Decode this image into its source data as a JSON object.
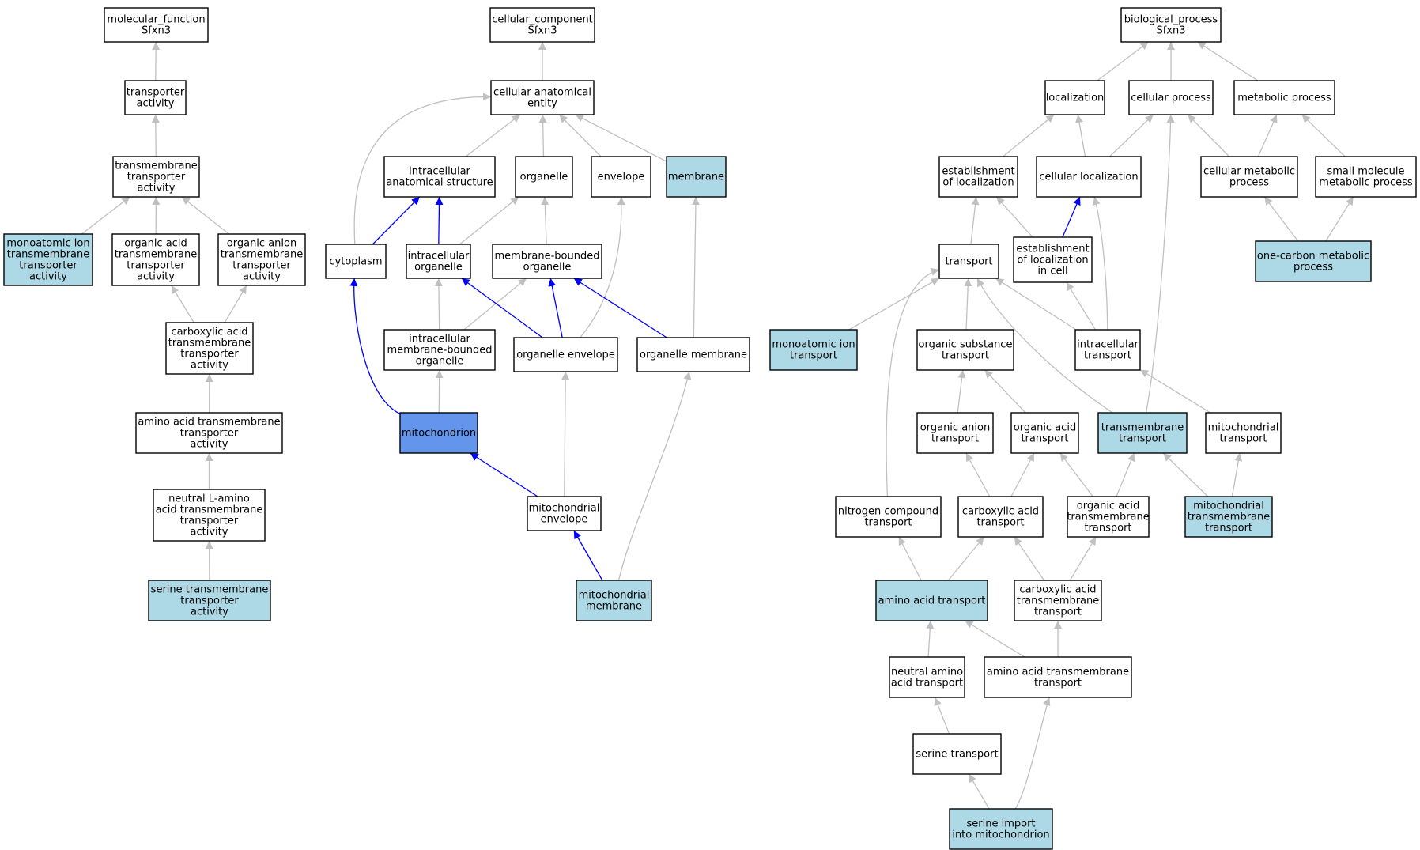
{
  "colors": {
    "plain": "#ffffff",
    "annotated": "#add8e6",
    "focus": "#6495ed",
    "edge_default": "#c0c0c0",
    "edge_path": "#0000ff"
  },
  "nodes": [
    {
      "id": "mf",
      "lines": [
        "molecular_function",
        "Sfxn3"
      ],
      "style": "plain"
    },
    {
      "id": "ta",
      "lines": [
        "transporter",
        "activity"
      ],
      "style": "plain"
    },
    {
      "id": "tmta",
      "lines": [
        "transmembrane",
        "transporter",
        "activity"
      ],
      "style": "plain"
    },
    {
      "id": "mitmta",
      "lines": [
        "monoatomic ion",
        "transmembrane",
        "transporter",
        "activity"
      ],
      "style": "annotated"
    },
    {
      "id": "oatmta",
      "lines": [
        "organic acid",
        "transmembrane",
        "transporter",
        "activity"
      ],
      "style": "plain"
    },
    {
      "id": "oantmta",
      "lines": [
        "organic anion",
        "transmembrane",
        "transporter",
        "activity"
      ],
      "style": "plain"
    },
    {
      "id": "catmta",
      "lines": [
        "carboxylic acid",
        "transmembrane",
        "transporter",
        "activity"
      ],
      "style": "plain"
    },
    {
      "id": "aatmta",
      "lines": [
        "amino acid transmembrane",
        "transporter",
        "activity"
      ],
      "style": "plain"
    },
    {
      "id": "nlaa",
      "lines": [
        "neutral L-amino",
        "acid transmembrane",
        "transporter",
        "activity"
      ],
      "style": "plain"
    },
    {
      "id": "sertmta",
      "lines": [
        "serine transmembrane",
        "transporter",
        "activity"
      ],
      "style": "annotated"
    },
    {
      "id": "cc",
      "lines": [
        "cellular_component",
        "Sfxn3"
      ],
      "style": "plain"
    },
    {
      "id": "cae",
      "lines": [
        "cellular anatomical",
        "entity"
      ],
      "style": "plain"
    },
    {
      "id": "ias",
      "lines": [
        "intracellular",
        "anatomical structure"
      ],
      "style": "plain"
    },
    {
      "id": "org",
      "lines": [
        "organelle"
      ],
      "style": "plain"
    },
    {
      "id": "env",
      "lines": [
        "envelope"
      ],
      "style": "plain"
    },
    {
      "id": "mem",
      "lines": [
        "membrane"
      ],
      "style": "annotated"
    },
    {
      "id": "cyto",
      "lines": [
        "cytoplasm"
      ],
      "style": "plain"
    },
    {
      "id": "iorg",
      "lines": [
        "intracellular",
        "organelle"
      ],
      "style": "plain"
    },
    {
      "id": "mborg",
      "lines": [
        "membrane-bounded",
        "organelle"
      ],
      "style": "plain"
    },
    {
      "id": "imborg",
      "lines": [
        "intracellular",
        "membrane-bounded",
        "organelle"
      ],
      "style": "plain"
    },
    {
      "id": "orgenv",
      "lines": [
        "organelle envelope"
      ],
      "style": "plain"
    },
    {
      "id": "orgmem",
      "lines": [
        "organelle membrane"
      ],
      "style": "plain"
    },
    {
      "id": "mito",
      "lines": [
        "mitochondrion"
      ],
      "style": "focus"
    },
    {
      "id": "mitoenv",
      "lines": [
        "mitochondrial",
        "envelope"
      ],
      "style": "plain"
    },
    {
      "id": "mitomem",
      "lines": [
        "mitochondrial",
        "membrane"
      ],
      "style": "annotated"
    },
    {
      "id": "bp",
      "lines": [
        "biological_process",
        "Sfxn3"
      ],
      "style": "plain"
    },
    {
      "id": "loc",
      "lines": [
        "localization"
      ],
      "style": "plain"
    },
    {
      "id": "cp",
      "lines": [
        "cellular process"
      ],
      "style": "plain"
    },
    {
      "id": "mp",
      "lines": [
        "metabolic process"
      ],
      "style": "plain"
    },
    {
      "id": "eol",
      "lines": [
        "establishment",
        "of localization"
      ],
      "style": "plain"
    },
    {
      "id": "cl",
      "lines": [
        "cellular localization"
      ],
      "style": "plain"
    },
    {
      "id": "cmp",
      "lines": [
        "cellular metabolic",
        "process"
      ],
      "style": "plain"
    },
    {
      "id": "smmp",
      "lines": [
        "small molecule",
        "metabolic process"
      ],
      "style": "plain"
    },
    {
      "id": "trans",
      "lines": [
        "transport"
      ],
      "style": "plain"
    },
    {
      "id": "eolc",
      "lines": [
        "establishment",
        "of localization",
        "in cell"
      ],
      "style": "plain"
    },
    {
      "id": "ocmp",
      "lines": [
        "one-carbon metabolic",
        "process"
      ],
      "style": "annotated"
    },
    {
      "id": "mit",
      "lines": [
        "monoatomic ion",
        "transport"
      ],
      "style": "annotated"
    },
    {
      "id": "ost",
      "lines": [
        "organic substance",
        "transport"
      ],
      "style": "plain"
    },
    {
      "id": "ict",
      "lines": [
        "intracellular",
        "transport"
      ],
      "style": "plain"
    },
    {
      "id": "oant",
      "lines": [
        "organic anion",
        "transport"
      ],
      "style": "plain"
    },
    {
      "id": "oat",
      "lines": [
        "organic acid",
        "transport"
      ],
      "style": "plain"
    },
    {
      "id": "tmt",
      "lines": [
        "transmembrane",
        "transport"
      ],
      "style": "annotated"
    },
    {
      "id": "mt",
      "lines": [
        "mitochondrial",
        "transport"
      ],
      "style": "plain"
    },
    {
      "id": "nct",
      "lines": [
        "nitrogen compound",
        "transport"
      ],
      "style": "plain"
    },
    {
      "id": "cat",
      "lines": [
        "carboxylic acid",
        "transport"
      ],
      "style": "plain"
    },
    {
      "id": "oatmt",
      "lines": [
        "organic acid",
        "transmembrane",
        "transport"
      ],
      "style": "plain"
    },
    {
      "id": "mtmt",
      "lines": [
        "mitochondrial",
        "transmembrane",
        "transport"
      ],
      "style": "annotated"
    },
    {
      "id": "aat",
      "lines": [
        "amino acid transport"
      ],
      "style": "annotated"
    },
    {
      "id": "catmt",
      "lines": [
        "carboxylic acid",
        "transmembrane",
        "transport"
      ],
      "style": "plain"
    },
    {
      "id": "naat",
      "lines": [
        "neutral amino",
        "acid transport"
      ],
      "style": "plain"
    },
    {
      "id": "aatmt",
      "lines": [
        "amino acid transmembrane",
        "transport"
      ],
      "style": "plain"
    },
    {
      "id": "st",
      "lines": [
        "serine transport"
      ],
      "style": "plain"
    },
    {
      "id": "sim",
      "lines": [
        "serine import",
        "into mitochondrion"
      ],
      "style": "annotated"
    }
  ],
  "edges": [
    {
      "from": "ta",
      "to": "mf",
      "style": "default"
    },
    {
      "from": "tmta",
      "to": "ta",
      "style": "default"
    },
    {
      "from": "mitmta",
      "to": "tmta",
      "style": "default"
    },
    {
      "from": "oatmta",
      "to": "tmta",
      "style": "default"
    },
    {
      "from": "oantmta",
      "to": "tmta",
      "style": "default"
    },
    {
      "from": "catmta",
      "to": "oatmta",
      "style": "default"
    },
    {
      "from": "catmta",
      "to": "oantmta",
      "style": "default"
    },
    {
      "from": "aatmta",
      "to": "catmta",
      "style": "default"
    },
    {
      "from": "nlaa",
      "to": "aatmta",
      "style": "default"
    },
    {
      "from": "sertmta",
      "to": "nlaa",
      "style": "default"
    },
    {
      "from": "cae",
      "to": "cc",
      "style": "default"
    },
    {
      "from": "ias",
      "to": "cae",
      "style": "default"
    },
    {
      "from": "org",
      "to": "cae",
      "style": "default"
    },
    {
      "from": "env",
      "to": "cae",
      "style": "default"
    },
    {
      "from": "mem",
      "to": "cae",
      "style": "default"
    },
    {
      "from": "cyto",
      "to": "cae",
      "style": "default"
    },
    {
      "from": "cyto",
      "to": "ias",
      "style": "path"
    },
    {
      "from": "iorg",
      "to": "ias",
      "style": "path"
    },
    {
      "from": "iorg",
      "to": "org",
      "style": "default"
    },
    {
      "from": "mborg",
      "to": "org",
      "style": "default"
    },
    {
      "from": "imborg",
      "to": "iorg",
      "style": "default"
    },
    {
      "from": "imborg",
      "to": "mborg",
      "style": "default"
    },
    {
      "from": "orgenv",
      "to": "iorg",
      "style": "path"
    },
    {
      "from": "orgenv",
      "to": "mborg",
      "style": "path"
    },
    {
      "from": "orgenv",
      "to": "env",
      "style": "default"
    },
    {
      "from": "orgmem",
      "to": "mborg",
      "style": "path"
    },
    {
      "from": "orgmem",
      "to": "mem",
      "style": "default"
    },
    {
      "from": "mito",
      "to": "cyto",
      "style": "path"
    },
    {
      "from": "mito",
      "to": "imborg",
      "style": "default"
    },
    {
      "from": "mitoenv",
      "to": "mito",
      "style": "path"
    },
    {
      "from": "mitoenv",
      "to": "orgenv",
      "style": "default"
    },
    {
      "from": "mitomem",
      "to": "mitoenv",
      "style": "path"
    },
    {
      "from": "mitomem",
      "to": "orgmem",
      "style": "default"
    },
    {
      "from": "loc",
      "to": "bp",
      "style": "default"
    },
    {
      "from": "cp",
      "to": "bp",
      "style": "default"
    },
    {
      "from": "mp",
      "to": "bp",
      "style": "default"
    },
    {
      "from": "eol",
      "to": "loc",
      "style": "default"
    },
    {
      "from": "cl",
      "to": "loc",
      "style": "default"
    },
    {
      "from": "cl",
      "to": "cp",
      "style": "default"
    },
    {
      "from": "cmp",
      "to": "cp",
      "style": "default"
    },
    {
      "from": "cmp",
      "to": "mp",
      "style": "default"
    },
    {
      "from": "smmp",
      "to": "mp",
      "style": "default"
    },
    {
      "from": "trans",
      "to": "eol",
      "style": "default"
    },
    {
      "from": "eolc",
      "to": "eol",
      "style": "default"
    },
    {
      "from": "eolc",
      "to": "cl",
      "style": "path"
    },
    {
      "from": "ocmp",
      "to": "cmp",
      "style": "default"
    },
    {
      "from": "ocmp",
      "to": "smmp",
      "style": "default"
    },
    {
      "from": "mit",
      "to": "trans",
      "style": "default"
    },
    {
      "from": "ost",
      "to": "trans",
      "style": "default"
    },
    {
      "from": "ict",
      "to": "trans",
      "style": "default"
    },
    {
      "from": "ict",
      "to": "eolc",
      "style": "default"
    },
    {
      "from": "ict",
      "to": "cl",
      "style": "default"
    },
    {
      "from": "nct",
      "to": "trans",
      "style": "default"
    },
    {
      "from": "tmt",
      "to": "trans",
      "style": "default"
    },
    {
      "from": "tmt",
      "to": "cp",
      "style": "default"
    },
    {
      "from": "oant",
      "to": "ost",
      "style": "default"
    },
    {
      "from": "oat",
      "to": "ost",
      "style": "default"
    },
    {
      "from": "mt",
      "to": "ict",
      "style": "default"
    },
    {
      "from": "cat",
      "to": "oant",
      "style": "default"
    },
    {
      "from": "cat",
      "to": "oat",
      "style": "default"
    },
    {
      "from": "oatmt",
      "to": "oat",
      "style": "default"
    },
    {
      "from": "oatmt",
      "to": "tmt",
      "style": "default"
    },
    {
      "from": "mtmt",
      "to": "tmt",
      "style": "default"
    },
    {
      "from": "mtmt",
      "to": "mt",
      "style": "default"
    },
    {
      "from": "aat",
      "to": "nct",
      "style": "default"
    },
    {
      "from": "aat",
      "to": "cat",
      "style": "default"
    },
    {
      "from": "catmt",
      "to": "cat",
      "style": "default"
    },
    {
      "from": "catmt",
      "to": "oatmt",
      "style": "default"
    },
    {
      "from": "naat",
      "to": "aat",
      "style": "default"
    },
    {
      "from": "aatmt",
      "to": "aat",
      "style": "default"
    },
    {
      "from": "aatmt",
      "to": "catmt",
      "style": "default"
    },
    {
      "from": "st",
      "to": "naat",
      "style": "default"
    },
    {
      "from": "sim",
      "to": "st",
      "style": "default"
    },
    {
      "from": "sim",
      "to": "aatmt",
      "style": "default"
    }
  ]
}
